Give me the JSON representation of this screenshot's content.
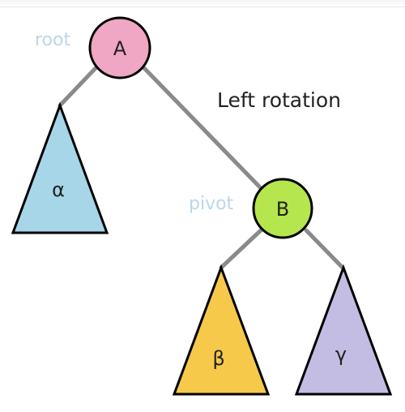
{
  "diagram": {
    "title": "Left rotation",
    "root_tag": "root",
    "pivot_tag": "pivot",
    "nodes": {
      "A": {
        "label": "A",
        "color": "#f0a7c3"
      },
      "B": {
        "label": "B",
        "color": "#b5e64e"
      }
    },
    "subtrees": {
      "alpha": {
        "label": "α",
        "color": "#a7d6e9"
      },
      "beta": {
        "label": "β",
        "color": "#f7c94b"
      },
      "gamma": {
        "label": "γ",
        "color": "#c4bde3"
      }
    },
    "edges": [
      {
        "from": "A",
        "to": "alpha"
      },
      {
        "from": "A",
        "to": "B"
      },
      {
        "from": "B",
        "to": "beta"
      },
      {
        "from": "B",
        "to": "gamma"
      }
    ],
    "edge_color": "#8a8a8a",
    "outline_color": "#000000",
    "tag_color": "#b8d8e8"
  }
}
